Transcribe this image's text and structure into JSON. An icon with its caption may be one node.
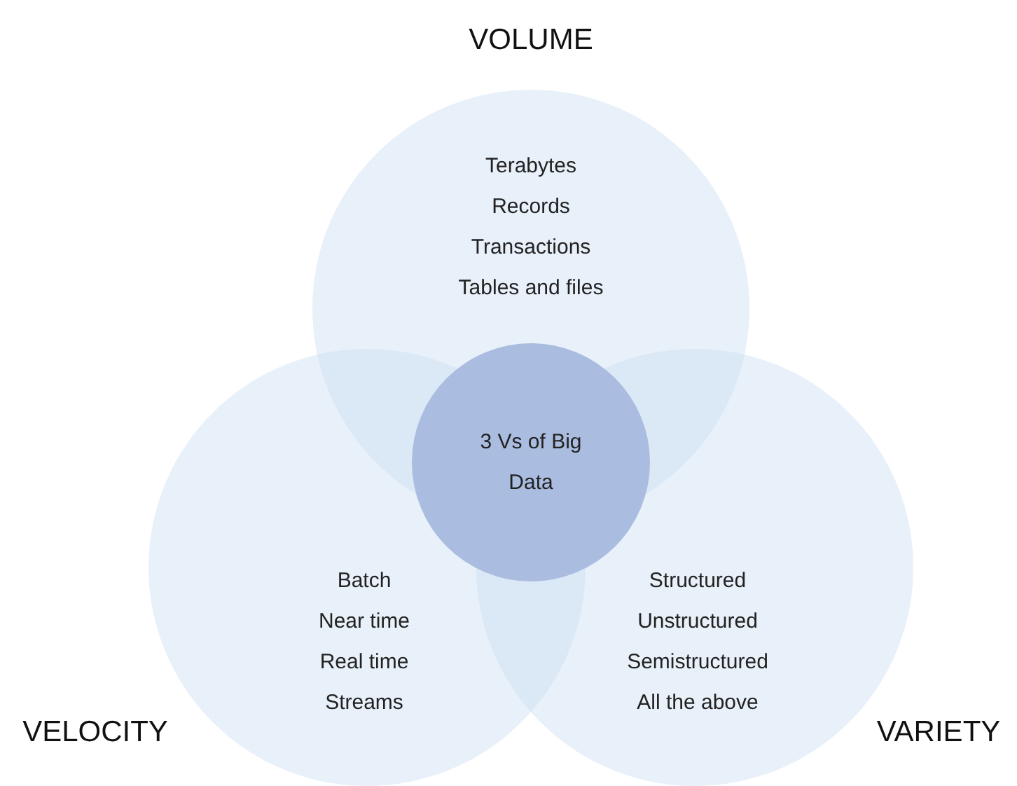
{
  "diagram": {
    "nodes": [
      {
        "text": [
          "VOLUME",
          "Terabytes",
          "Records",
          "Transactions",
          "Tables and files"
        ]
      },
      {
        "text": [
          "VELOCITY",
          "Batch",
          "Near time",
          "Real time",
          "Streams"
        ]
      },
      {
        "text": [
          "VARIETY",
          "Structured",
          "Unstructured",
          "Semistructured",
          "All the above"
        ]
      },
      {
        "text": [
          "3 Vs of Big Data"
        ]
      }
    ],
    "edges": []
  }
}
